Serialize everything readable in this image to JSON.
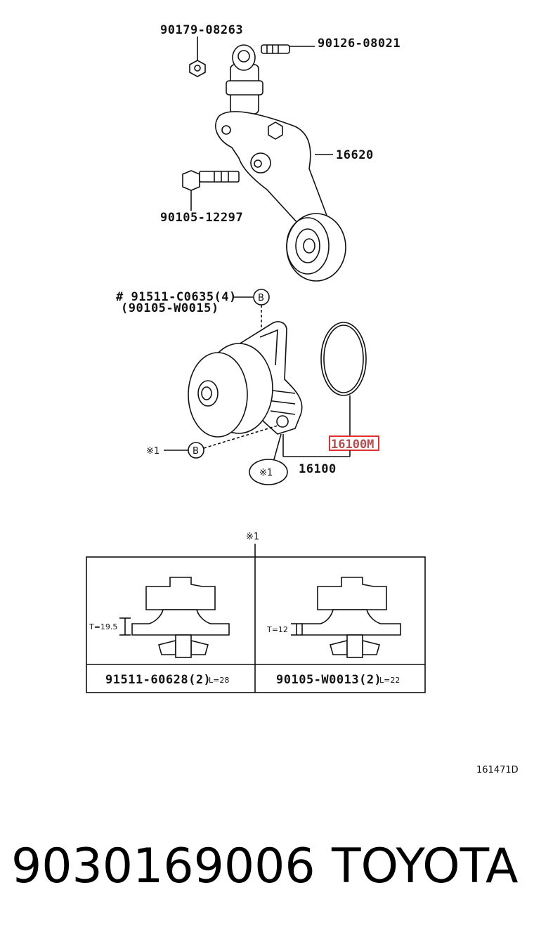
{
  "labels": {
    "nut": "90179-08263",
    "stud": "90126-08021",
    "tensioner": "16620",
    "bolt_tensioner": "90105-12297",
    "bolt_b_primary": "# 91511-C0635(4)",
    "bolt_b_alt": "(90105-W0015)",
    "gasket_highlight": "16100M",
    "pump": "16100",
    "note_mark": "※1",
    "circle_b": "B"
  },
  "detail_table": {
    "header_mark": "※1",
    "left": {
      "dimension": "T=19.5",
      "part": "91511-60628(2)",
      "length": "L=28"
    },
    "right": {
      "dimension": "T=12",
      "part": "90105-W0013(2)",
      "length": "L=22"
    }
  },
  "reference_code": "161471D",
  "footer": {
    "part_number": "9030169006",
    "brand": "TOYOTA"
  },
  "colors": {
    "highlight_box": "#e03030",
    "line": "#111111"
  }
}
